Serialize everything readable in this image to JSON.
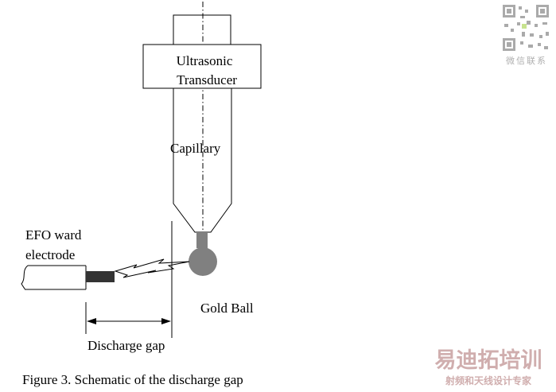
{
  "labels": {
    "transducer_line1": "Ultrasonic",
    "transducer_line2": "Transducer",
    "capillary": "Capillary",
    "efo_line1": "EFO ward",
    "efo_line2": "electrode",
    "gold_ball": "Gold Ball",
    "discharge_gap": "Discharge gap",
    "caption": "Figure 3.  Schematic of the discharge gap"
  },
  "watermark": {
    "qr_caption": "微信联系",
    "brand": "易迪拓培训",
    "tagline": "射频和天线设计专家"
  },
  "colors": {
    "ink": "#000000",
    "ball": "#808080",
    "electrode_tip": "#333333",
    "brand_red": "#c8a0a0",
    "watermark_gray": "#b0b0b0"
  }
}
